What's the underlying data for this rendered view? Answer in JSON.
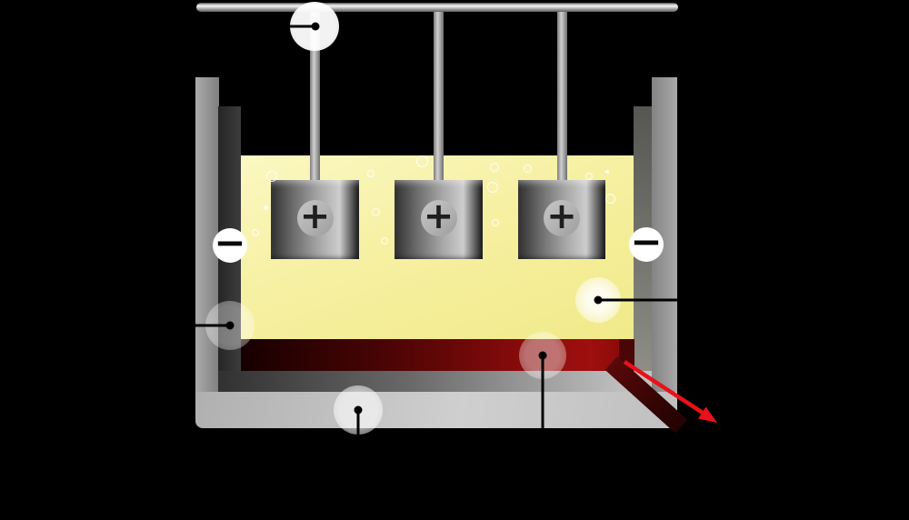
{
  "scene": {
    "background": "#000000",
    "symbols": {
      "anode_plus": "+",
      "cathode_minus": "−"
    },
    "colors": {
      "electrolyte_yellow": "#f5efa0",
      "aluminium_dark_red": "#1a0000",
      "aluminium_bright_red": "#9e0f0f",
      "tap_arrow_red": "#e91219",
      "steel_shell_gray": "#c0c0c0",
      "carbon_lining_dark": "#2e2e2e",
      "busbar_silver": "#d8d8d8",
      "halo_white": "#ffffff",
      "leader_black": "#000000"
    },
    "anode_count": 3,
    "cathode_terminal_count": 2,
    "bubble_count": 14,
    "callouts": [
      {
        "points_to": "anode-rod"
      },
      {
        "points_to": "carbon-lining"
      },
      {
        "points_to": "electrolyte"
      },
      {
        "points_to": "molten-aluminium"
      },
      {
        "points_to": "steel-shell"
      }
    ]
  }
}
